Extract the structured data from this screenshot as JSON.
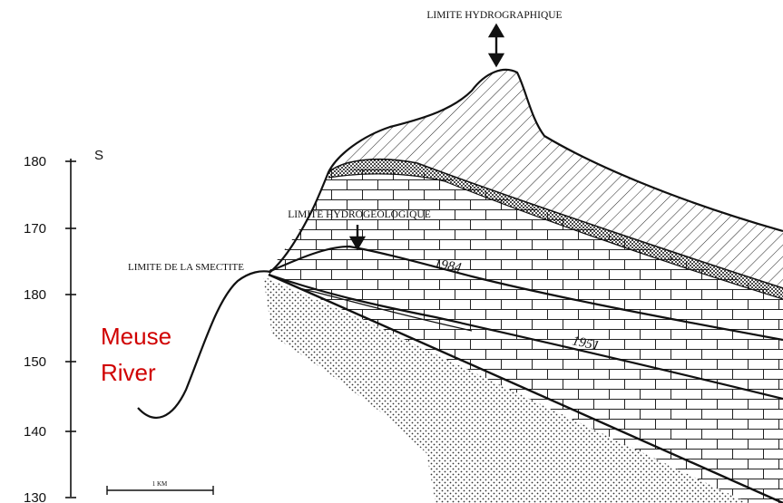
{
  "title_top": "LIMITE HYDROGRAPHIQUE",
  "label_hydrogeo": "LIMITE HYDROGEOLOGIQUE",
  "label_smectite": "LIMITE DE LA SMECTITE",
  "axis": {
    "letter": "S",
    "ticks": [
      "180",
      "170",
      "180",
      "150",
      "140",
      "130"
    ]
  },
  "scale_label": "1 KM",
  "year_labels": [
    "1984",
    "1951"
  ],
  "annotation": {
    "line1": "Meuse",
    "line2": "River",
    "color": "#d00000"
  }
}
